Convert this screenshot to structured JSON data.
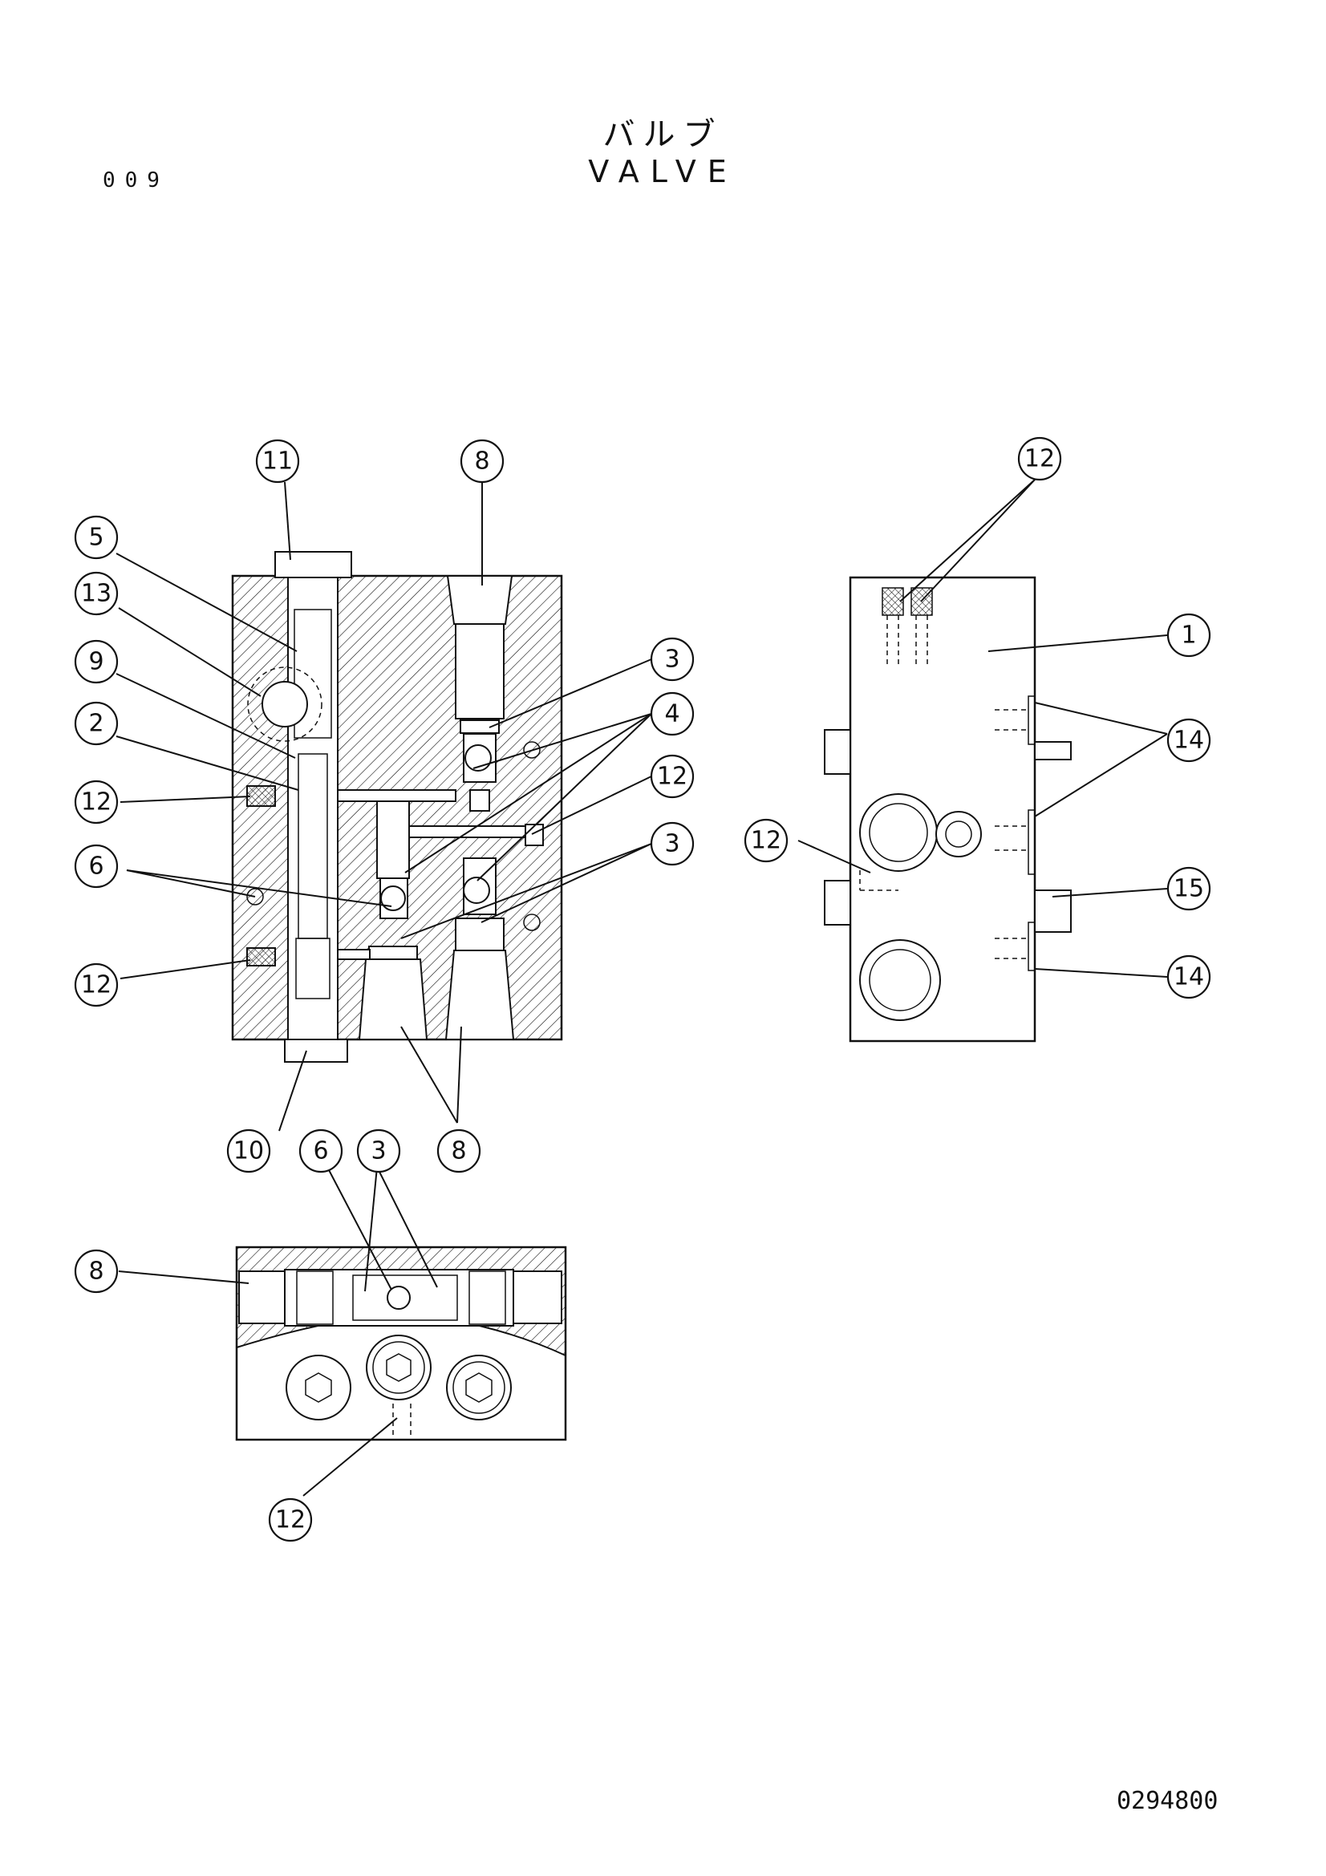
{
  "header": {
    "page_number": "009",
    "title_jp": "バルブ",
    "title_en": "VALVE"
  },
  "footer": {
    "drawing_code": "0294800"
  },
  "callouts": {
    "view_section": [
      {
        "label": "11"
      },
      {
        "label": "8"
      },
      {
        "label": "5"
      },
      {
        "label": "13"
      },
      {
        "label": "9"
      },
      {
        "label": "2"
      },
      {
        "label": "12"
      },
      {
        "label": "6"
      },
      {
        "label": "12"
      },
      {
        "label": "3"
      },
      {
        "label": "4"
      },
      {
        "label": "12"
      },
      {
        "label": "3"
      },
      {
        "label": "10"
      },
      {
        "label": "8"
      }
    ],
    "view_side": [
      {
        "label": "12"
      },
      {
        "label": "1"
      },
      {
        "label": "14"
      },
      {
        "label": "12"
      },
      {
        "label": "15"
      },
      {
        "label": "14"
      }
    ],
    "view_bottom": [
      {
        "label": "6"
      },
      {
        "label": "3"
      },
      {
        "label": "8"
      },
      {
        "label": "12"
      }
    ]
  },
  "colors": {
    "line": "#111111",
    "background": "#ffffff"
  }
}
